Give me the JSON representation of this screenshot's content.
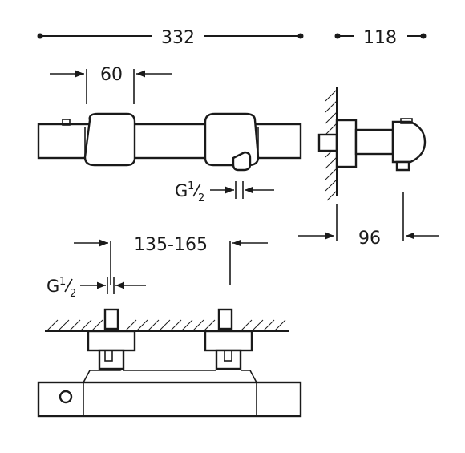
{
  "dimensions": {
    "overall_length": "332",
    "depth": "118",
    "handle_width": "60",
    "wall_projection": "96",
    "centre_distance": "135-165"
  },
  "connection_thread": {
    "prefix": "G",
    "fraction_numerator": "1",
    "fraction_denominator": "2"
  }
}
